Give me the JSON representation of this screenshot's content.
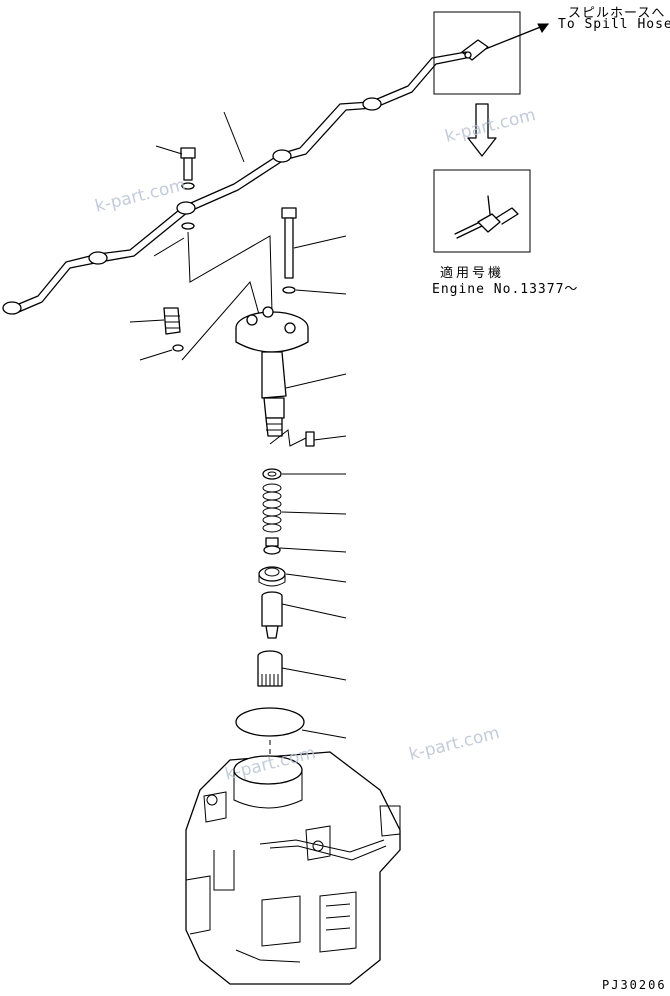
{
  "spill_hose": {
    "jp": "スピルホースへ",
    "en": "To Spill Hose"
  },
  "applicability": {
    "jp": "適用号機",
    "en": "Engine No.13377～"
  },
  "drawing_number": "PJ30206",
  "watermarks": [
    "k-part.com",
    "k-part.com",
    "k-part.com",
    "k-part.com"
  ],
  "icons": [
    "down-arrow-icon",
    "right-arrow-icon"
  ]
}
